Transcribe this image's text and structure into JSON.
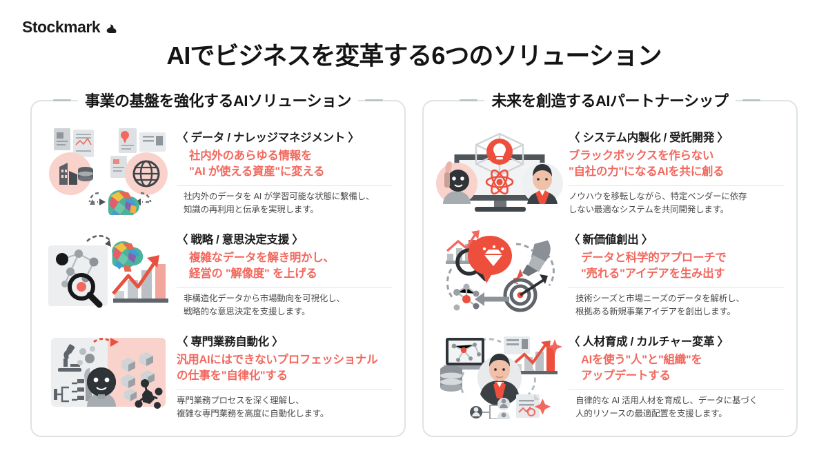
{
  "brand": {
    "name": "Stockmark",
    "logo_icon": "squirrel-icon"
  },
  "title": "AIでビジネスを変革する6つのソリューション",
  "colors": {
    "accent_red": "#f2685e",
    "panel_border": "#dde3e4",
    "dash": "#b9c5c6",
    "title": "#141414",
    "body_text": "#4a4a4a"
  },
  "columns": [
    {
      "header": "事業の基盤を強化するAIソリューション",
      "cards": [
        {
          "eyebrow": "〈 データ / ナレッジマネジメント 〉",
          "headline_lines": [
            "社内外のあらゆる情報を",
            "\"AI が使える資産\"に変える"
          ],
          "desc_lines": [
            "社内外のデータを AI が学習可能な状態に繋備し、",
            "知識の再利用と伝承を実現します。"
          ],
          "art": "documents-brain-illustration"
        },
        {
          "eyebrow": "〈 戦略 / 意思決定支援 〉",
          "headline_lines": [
            "複雑なデータを解き明かし、",
            "経営の \"解像度\" を上げる"
          ],
          "desc_lines": [
            "非構造化データから市場動向を可視化し、",
            "戦略的な意思決定を支援します。"
          ],
          "art": "network-magnifier-chart-illustration"
        },
        {
          "eyebrow": "〈 専門業務自動化 〉",
          "headline_lines": [
            "汎用AIにはできないプロフェッショナル",
            "の仕事を\"自律化\"する"
          ],
          "desc_lines": [
            "専門業務プロセスを深く理解し、",
            "複雑な専門業務を高度に自動化します。"
          ],
          "art": "microscope-robot-molecule-illustration"
        }
      ]
    },
    {
      "header": "未来を創造するAIパートナーシップ",
      "cards": [
        {
          "eyebrow": "〈 システム内製化 / 受託開発 〉",
          "headline_lines": [
            "ブラックボックスを作らない",
            "\"自社の力\"になるAIを共に創る"
          ],
          "desc_lines": [
            "ノウハウを移転しながら、特定ベンダーに依存",
            "しない最適なシステムを共同開発します。"
          ],
          "art": "monitor-robot-person-illustration"
        },
        {
          "eyebrow": "〈 新価値創出 〉",
          "headline_lines": [
            "データと科学的アプローチで",
            "\"売れる\"アイデアを生み出す"
          ],
          "desc_lines": [
            "技術シーズと市場ニーズのデータを解析し、",
            "根拠ある新規事業アイデアを創出します。"
          ],
          "art": "idea-rocket-target-illustration"
        },
        {
          "eyebrow": "〈 人材育成 / カルチャー変革 〉",
          "headline_lines": [
            "AIを使う\"人\"と\"組織\"を",
            "アップデートする"
          ],
          "desc_lines": [
            "自律的な AI 活用人材を育成し、データに基づく",
            "人的リソースの最適配置を支援します。"
          ],
          "art": "person-team-growth-illustration"
        }
      ]
    }
  ]
}
